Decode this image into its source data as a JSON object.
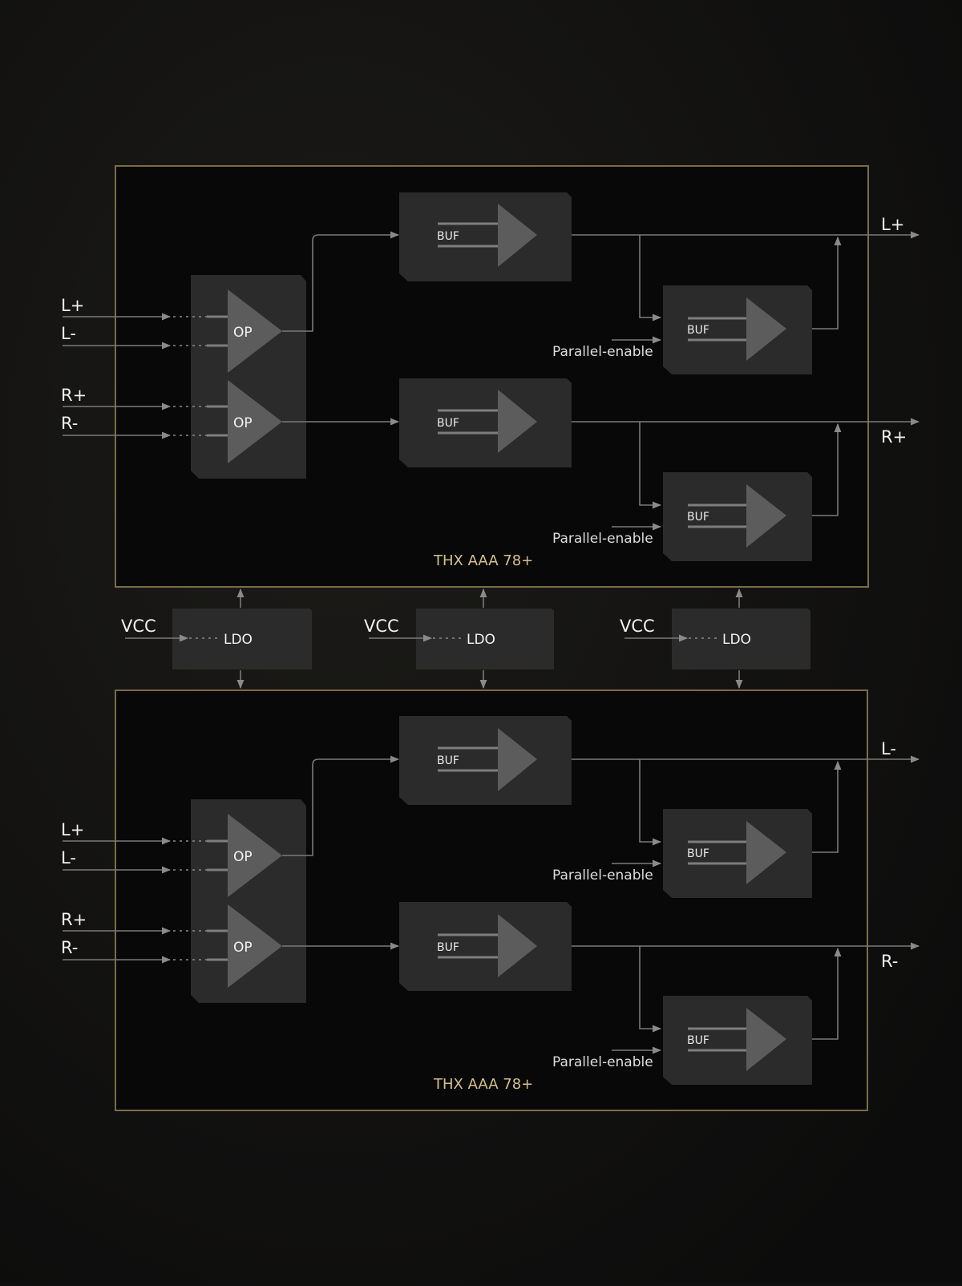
{
  "colors": {
    "background": "#0f0f0f",
    "panel": "#080808",
    "frame": "#7a6b48",
    "block": "#2b2b2b",
    "triangle": "#5c5c5c",
    "wire": "#7a7a7a",
    "chip_label": "#d6c08a"
  },
  "top_module": {
    "inputs": [
      "L+",
      "L-",
      "R+",
      "R-"
    ],
    "op_labels": [
      "OP",
      "OP"
    ],
    "buf_labels": [
      "BUF",
      "BUF",
      "BUF",
      "BUF"
    ],
    "parallel_enable": [
      "Parallel-enable",
      "Parallel-enable"
    ],
    "outputs": [
      "L+",
      "R+"
    ],
    "chip_label": "THX AAA 78+"
  },
  "power": {
    "ldo": [
      {
        "vcc": "VCC",
        "label": "LDO"
      },
      {
        "vcc": "VCC",
        "label": "LDO"
      },
      {
        "vcc": "VCC",
        "label": "LDO"
      }
    ]
  },
  "bottom_module": {
    "inputs": [
      "L+",
      "L-",
      "R+",
      "R-"
    ],
    "op_labels": [
      "OP",
      "OP"
    ],
    "buf_labels": [
      "BUF",
      "BUF",
      "BUF",
      "BUF"
    ],
    "parallel_enable": [
      "Parallel-enable",
      "Parallel-enable"
    ],
    "outputs": [
      "L-",
      "R-"
    ],
    "chip_label": "THX AAA 78+"
  }
}
